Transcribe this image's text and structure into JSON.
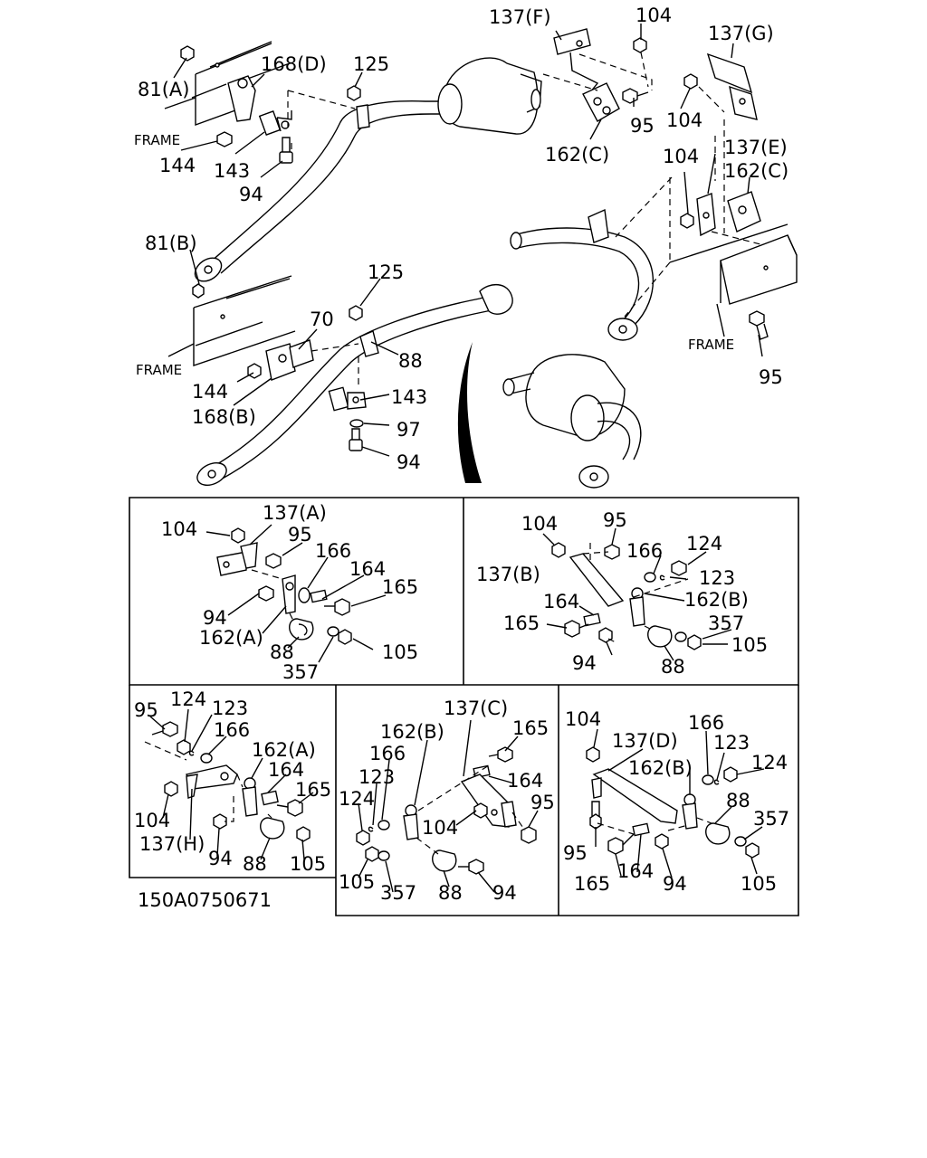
{
  "drawing_id": "150A0750671",
  "frame_label": "FRAME",
  "main": {
    "left_upper": {
      "c81a": "81(A)",
      "c168d": "168(D)",
      "c125": "125",
      "c144": "144",
      "c143": "143",
      "c94": "94",
      "c81b": "81(B)"
    },
    "left_lower": {
      "c125": "125",
      "c70": "70",
      "c88": "88",
      "c144": "144",
      "c168b": "168(B)",
      "c143": "143",
      "c97": "97",
      "c94": "94"
    },
    "right": {
      "c137f": "137(F)",
      "c104a": "104",
      "c137g": "137(G)",
      "c95a": "95",
      "c104b": "104",
      "c162c_a": "162(C)",
      "c104c": "104",
      "c137e": "137(E)",
      "c162c_b": "162(C)",
      "c95b": "95"
    }
  },
  "details": {
    "a": {
      "c104": "104",
      "c137a": "137(A)",
      "c95": "95",
      "c166": "166",
      "c164": "164",
      "c165": "165",
      "c94": "94",
      "c162a": "162(A)",
      "c88": "88",
      "c357": "357",
      "c105": "105"
    },
    "b": {
      "c104": "104",
      "c95": "95",
      "c166": "166",
      "c124": "124",
      "c137b": "137(B)",
      "c123": "123",
      "c164": "164",
      "c162b": "162(B)",
      "c165": "165",
      "c357": "357",
      "c94": "94",
      "c105": "105",
      "c88": "88"
    },
    "h": {
      "c95": "95",
      "c124": "124",
      "c123": "123",
      "c166": "166",
      "c162a": "162(A)",
      "c164": "164",
      "c165": "165",
      "c104": "104",
      "c137h": "137(H)",
      "c94": "94",
      "c88": "88",
      "c105": "105"
    },
    "c": {
      "c137c": "137(C)",
      "c162b": "162(B)",
      "c165": "165",
      "c166": "166",
      "c123": "123",
      "c164": "164",
      "c124": "124",
      "c95": "95",
      "c104": "104",
      "c105": "105",
      "c357": "357",
      "c88": "88",
      "c94": "94"
    },
    "d": {
      "c104": "104",
      "c137d": "137(D)",
      "c166": "166",
      "c123": "123",
      "c162b": "162(B)",
      "c124": "124",
      "c88": "88",
      "c357": "357",
      "c95": "95",
      "c165": "165",
      "c164": "164",
      "c94": "94",
      "c105": "105"
    }
  }
}
